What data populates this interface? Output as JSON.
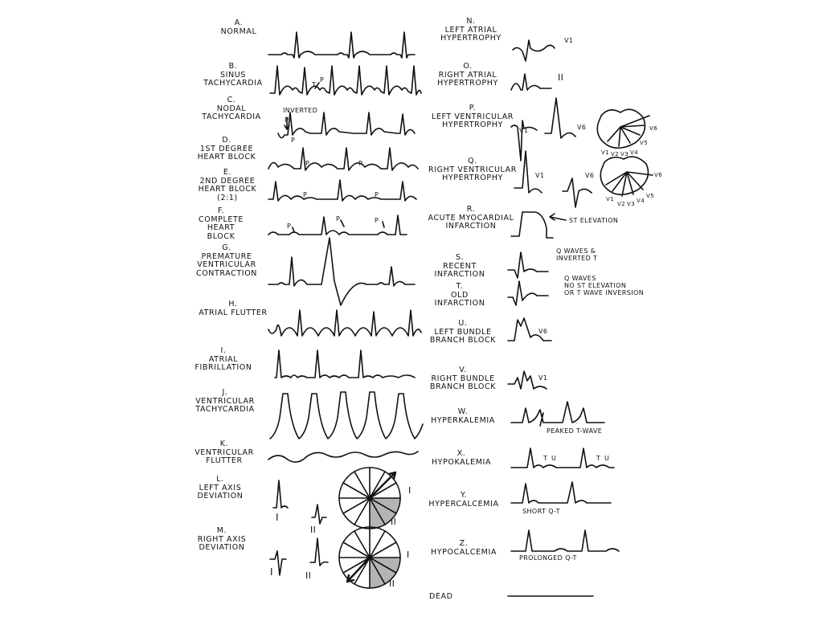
{
  "items": [
    {
      "letter": "A.",
      "label": "Normal"
    },
    {
      "letter": "B.",
      "label": "Sinus\nTachycardia"
    },
    {
      "letter": "C.",
      "label": "Nodal\nTachycardia"
    },
    {
      "letter": "D.",
      "label": "1st Degree\nHeart Block"
    },
    {
      "letter": "E.",
      "label": "2nd Degree\nHeart Block\n(2:1)"
    },
    {
      "letter": "F.",
      "label": "Complete\nHeart\nBlock"
    },
    {
      "letter": "G.",
      "label": "Premature\nVentricular\nContraction"
    },
    {
      "letter": "H.",
      "label": "Atrial Flutter"
    },
    {
      "letter": "I.",
      "label": "Atrial\nFibrillation"
    },
    {
      "letter": "J.",
      "label": "Ventricular\nTachycardia"
    },
    {
      "letter": "K.",
      "label": "Ventricular\nFlutter"
    },
    {
      "letter": "L.",
      "label": "Left Axis\nDeviation"
    },
    {
      "letter": "M.",
      "label": "Right Axis\nDeviation"
    },
    {
      "letter": "N.",
      "label": "Left Atrial\nHypertrophy"
    },
    {
      "letter": "O.",
      "label": "Right Atrial\nHypertrophy"
    },
    {
      "letter": "P.",
      "label": "Left Ventricular\nHypertrophy"
    },
    {
      "letter": "Q.",
      "label": "Right Ventricular\nHypertrophy"
    },
    {
      "letter": "R.",
      "label": "Acute Myocardial\nInfarction"
    },
    {
      "letter": "S.",
      "label": "Recent\nInfarction"
    },
    {
      "letter": "T.",
      "label": "Old\nInfarction"
    },
    {
      "letter": "U.",
      "label": "Left Bundle\nBranch Block"
    },
    {
      "letter": "V.",
      "label": "Right Bundle\nBranch Block"
    },
    {
      "letter": "W.",
      "label": "Hyperkalemia"
    },
    {
      "letter": "X.",
      "label": "Hypokalemia"
    },
    {
      "letter": "Y.",
      "label": "Hypercalcemia"
    },
    {
      "letter": "Z.",
      "label": "Hypocalcemia"
    },
    {
      "letter": "",
      "label": "Dead"
    }
  ],
  "annotations": {
    "b_t": "T",
    "b_p": "P",
    "c_inverted": "Inverted",
    "c_p1": "P",
    "c_p2": "P",
    "d_p1": "P",
    "d_p2": "P",
    "e_p1": "P",
    "e_p2": "P",
    "f_p1": "P",
    "f_p2": "P",
    "f_p3": "P",
    "l_lead1": "I",
    "l_lead2": "II",
    "l_wheel1": "I",
    "l_wheel2": "II",
    "m_lead1": "I",
    "m_lead2": "II",
    "m_wheel1": "I",
    "m_wheel2": "II",
    "n_lead": "V1",
    "o_lead": "II",
    "p_v1": "V1",
    "p_v6": "V6",
    "q_v1": "V1",
    "q_v6": "V6",
    "r_st": "ST Elevation",
    "s_q": "Q waves &\ninverted T",
    "t_q": "Q waves\nno ST elevation\nor T wave inversion",
    "u_v6": "V6",
    "v_v1": "V1",
    "w_peaked": "Peaked T-wave",
    "x_t1": "T",
    "x_u1": "U",
    "x_t2": "T",
    "x_u2": "U",
    "y_short": "Short Q-T",
    "z_prolonged": "Prolonged Q-T",
    "heart_p_leads": [
      "V1",
      "V2",
      "V3",
      "V4",
      "V5",
      "V6"
    ],
    "heart_q_leads": [
      "V1",
      "V2",
      "V3",
      "V4",
      "V5",
      "V6"
    ]
  }
}
